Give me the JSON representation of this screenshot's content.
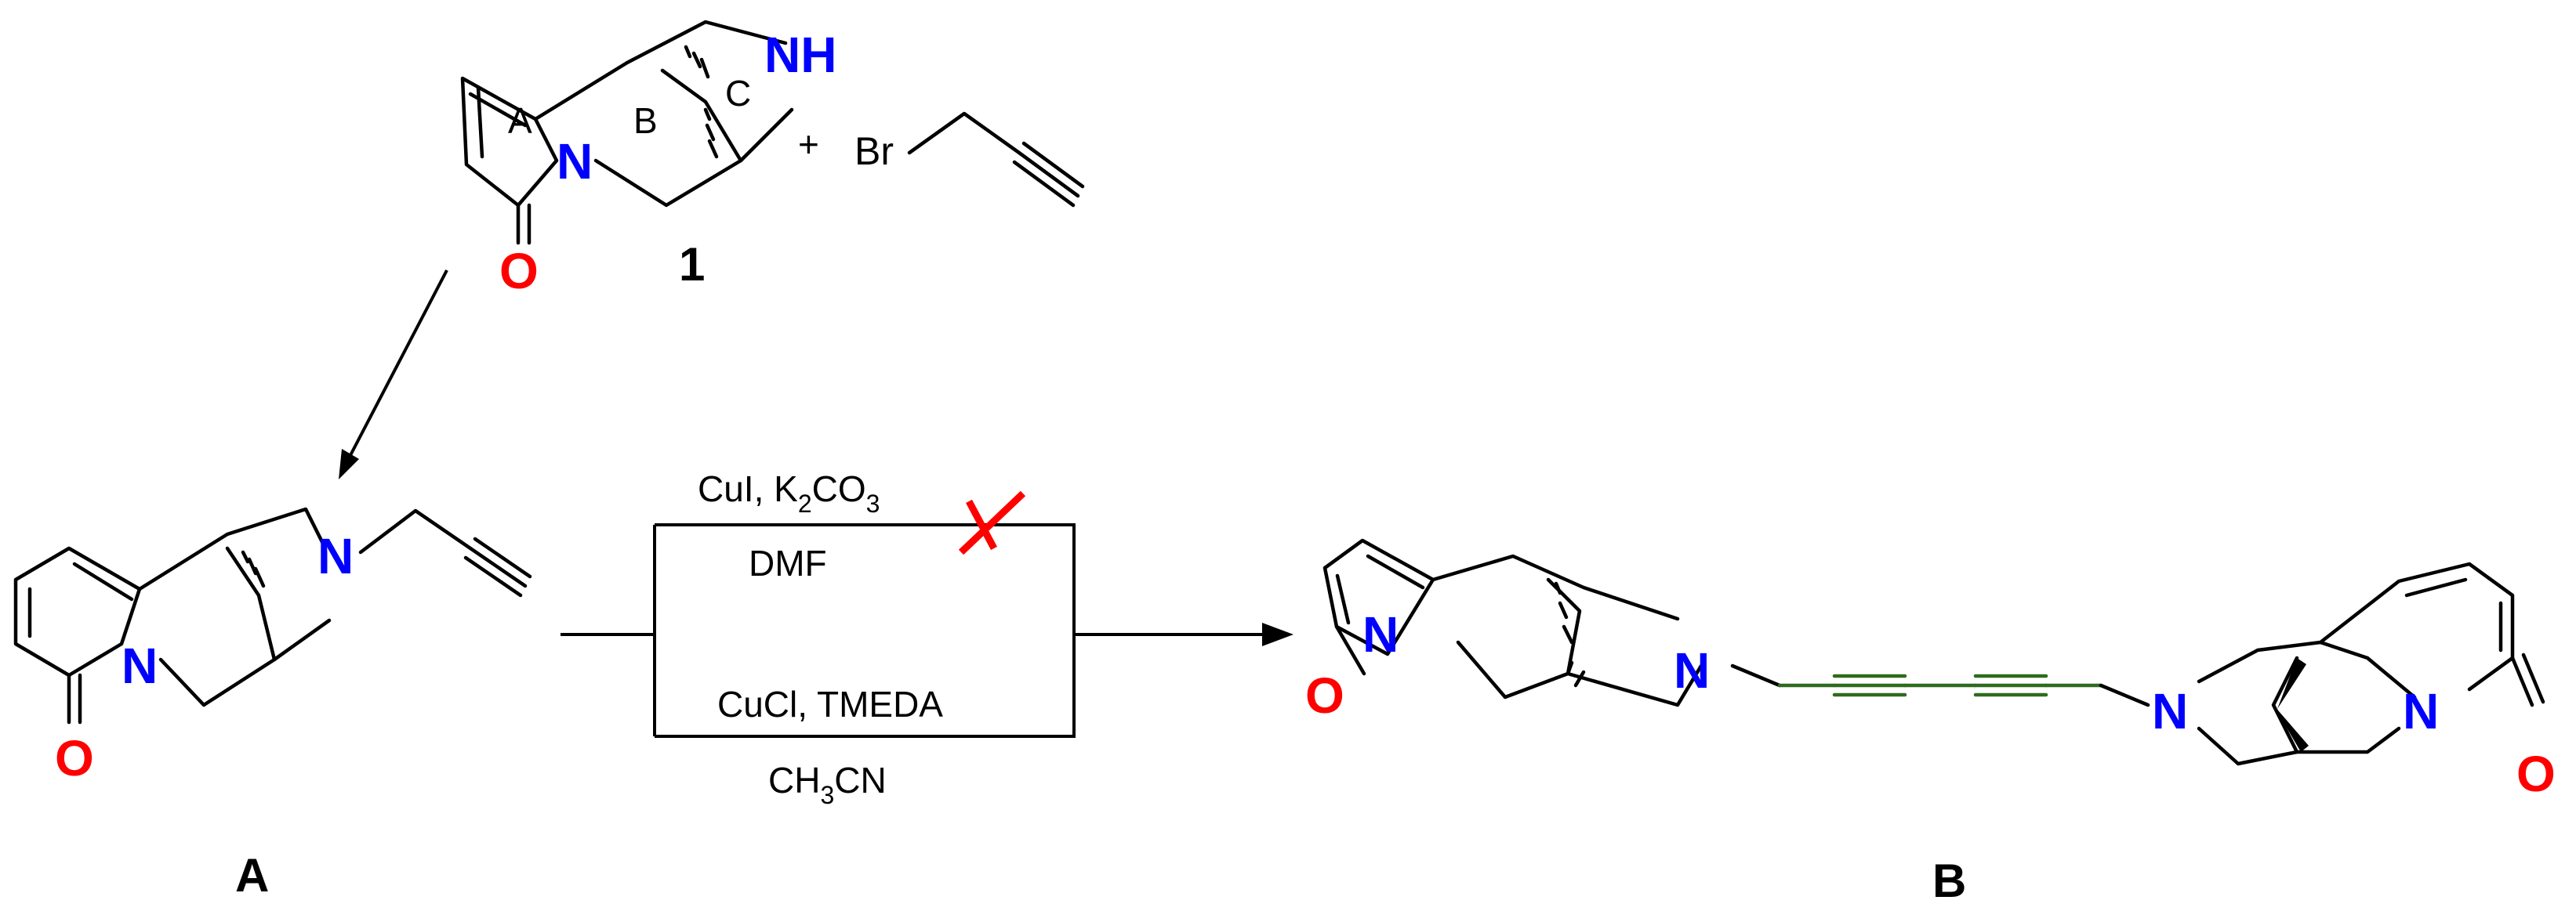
{
  "colors": {
    "oxygen": "#ff0000",
    "nitrogen": "#0000ff",
    "bond": "#000000",
    "linker": "#2e6b1f",
    "forbidden_mark": "#ff0000"
  },
  "atoms": {
    "N": "N",
    "NH": "NH",
    "O": "O",
    "Br": "Br"
  },
  "reactants": {
    "plus": "+",
    "compound_1_label": "1",
    "ring_labels": [
      "A",
      "B",
      "C"
    ]
  },
  "products": {
    "A_label": "A",
    "B_label": "B"
  },
  "conditions": {
    "upper_reagents": "CuI, K",
    "upper_sub1": "2",
    "upper_mid": "CO",
    "upper_sub2": "3",
    "upper_solvent": "DMF",
    "lower_reagents": "CuCl, TMEDA",
    "lower_solvent_pre": "CH",
    "lower_solvent_sub": "3",
    "lower_solvent_post": "CN"
  }
}
